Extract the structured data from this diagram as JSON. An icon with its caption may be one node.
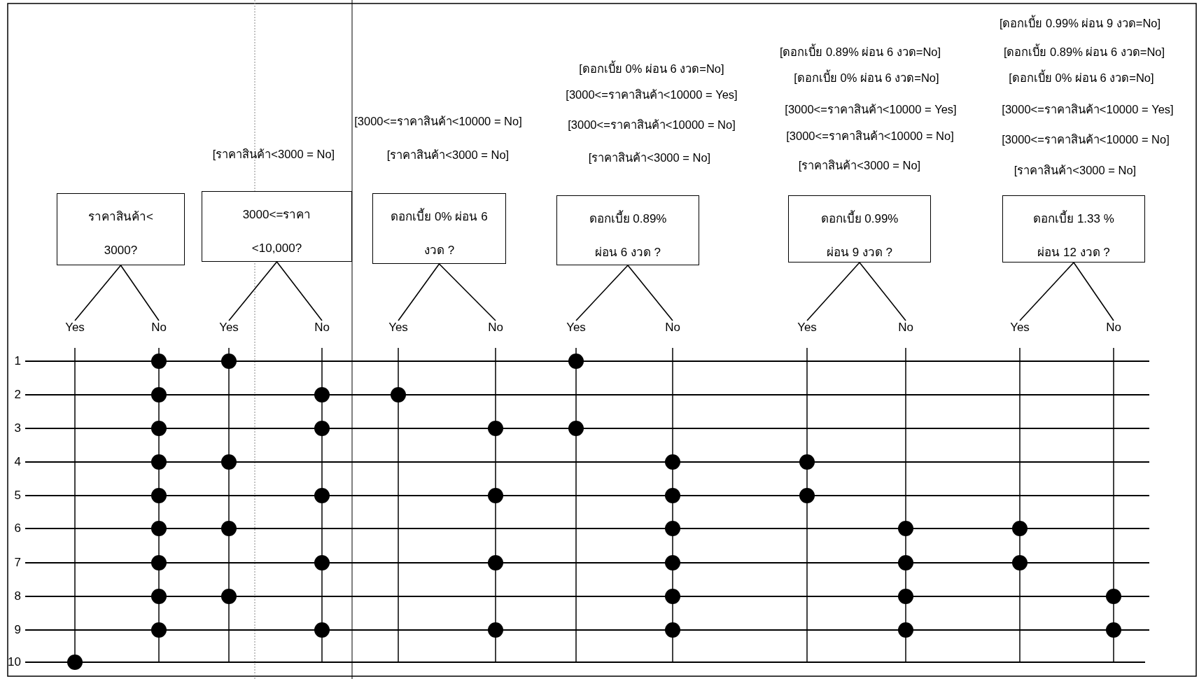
{
  "diagram": {
    "nodes": [
      {
        "text": [
          "ราคาสินค้า< 3000?"
        ]
      },
      {
        "text": [
          "Yes"
        ]
      },
      {
        "text": [
          "No"
        ]
      },
      {
        "text": [
          "3000<=ราคา <10,000?"
        ],
        "beside": [
          "[ราคาสินค้า<3000 = No]"
        ]
      },
      {
        "text": [
          "Yes"
        ]
      },
      {
        "text": [
          "No"
        ]
      },
      {
        "text": [
          "ดอกเบี้ย 0% ผ่อน 6 งวด ?"
        ],
        "beside": [
          "[3000<=ราคาสินค้า<10000 = No]",
          "[ราคาสินค้า<3000 = No]"
        ]
      },
      {
        "text": [
          "Yes"
        ]
      },
      {
        "text": [
          "No"
        ]
      },
      {
        "text": [
          "ดอกเบี้ย 0.89% ผ่อน 6 งวด ?"
        ],
        "beside": [
          "[ดอกเบี้ย 0% ผ่อน 6 งวด=No]",
          "[3000<=ราคาสินค้า<10000 = Yes]",
          "[3000<=ราคาสินค้า<10000 = No]",
          "[ราคาสินค้า<3000 = No]"
        ]
      },
      {
        "text": [
          "Yes"
        ]
      },
      {
        "text": [
          "No"
        ]
      },
      {
        "text": [
          "ดอกเบี้ย 0.99% ผ่อน 9 งวด ?"
        ],
        "beside": [
          "[ดอกเบี้ย 0.89% ผ่อน 6 งวด=No]",
          "[ดอกเบี้ย 0% ผ่อน 6 งวด=No]",
          "[3000<=ราคาสินค้า<10000 = Yes]",
          "[3000<=ราคาสินค้า<10000 = No]",
          "[ราคาสินค้า<3000 = No]"
        ]
      },
      {
        "text": [
          "Yes"
        ]
      },
      {
        "text": [
          "No"
        ]
      },
      {
        "text": [
          "ดอกเบี้ย 1.33 % ผ่อน 12 งวด ?"
        ],
        "beside": [
          "[ดอกเบี้ย 0.99% ผ่อน 9 งวด=No]",
          "[ดอกเบี้ย 0.89% ผ่อน 6 งวด=No]",
          "[ดอกเบี้ย 0% ผ่อน 6 งวด=No]",
          "[3000<=ราคาสินค้า<10000 = Yes]",
          "[3000<=ราคาสินค้า<10000 = No]",
          "[ราคาสินค้า<3000 = No]"
        ]
      },
      {
        "text": [
          "Yes"
        ]
      },
      {
        "text": [
          "No"
        ]
      }
    ],
    "edges": [
      {
        "from": 0,
        "to": 1,
        "arrow": "none"
      },
      {
        "from": 0,
        "to": 2,
        "arrow": "none"
      },
      {
        "from": 3,
        "to": 4,
        "arrow": "none"
      },
      {
        "from": 3,
        "to": 5,
        "arrow": "none"
      },
      {
        "from": 6,
        "to": 7,
        "arrow": "none"
      },
      {
        "from": 6,
        "to": 8,
        "arrow": "none"
      },
      {
        "from": 9,
        "to": 10,
        "arrow": "none"
      },
      {
        "from": 9,
        "to": 11,
        "arrow": "none"
      },
      {
        "from": 12,
        "to": 13,
        "arrow": "none"
      },
      {
        "from": 12,
        "to": 14,
        "arrow": "none"
      },
      {
        "from": 15,
        "to": 16,
        "arrow": "none"
      },
      {
        "from": 15,
        "to": 17,
        "arrow": "none"
      }
    ],
    "labels": [
      "1",
      "2",
      "3",
      "4",
      "5",
      "6",
      "7",
      "8",
      "9",
      "10"
    ]
  }
}
